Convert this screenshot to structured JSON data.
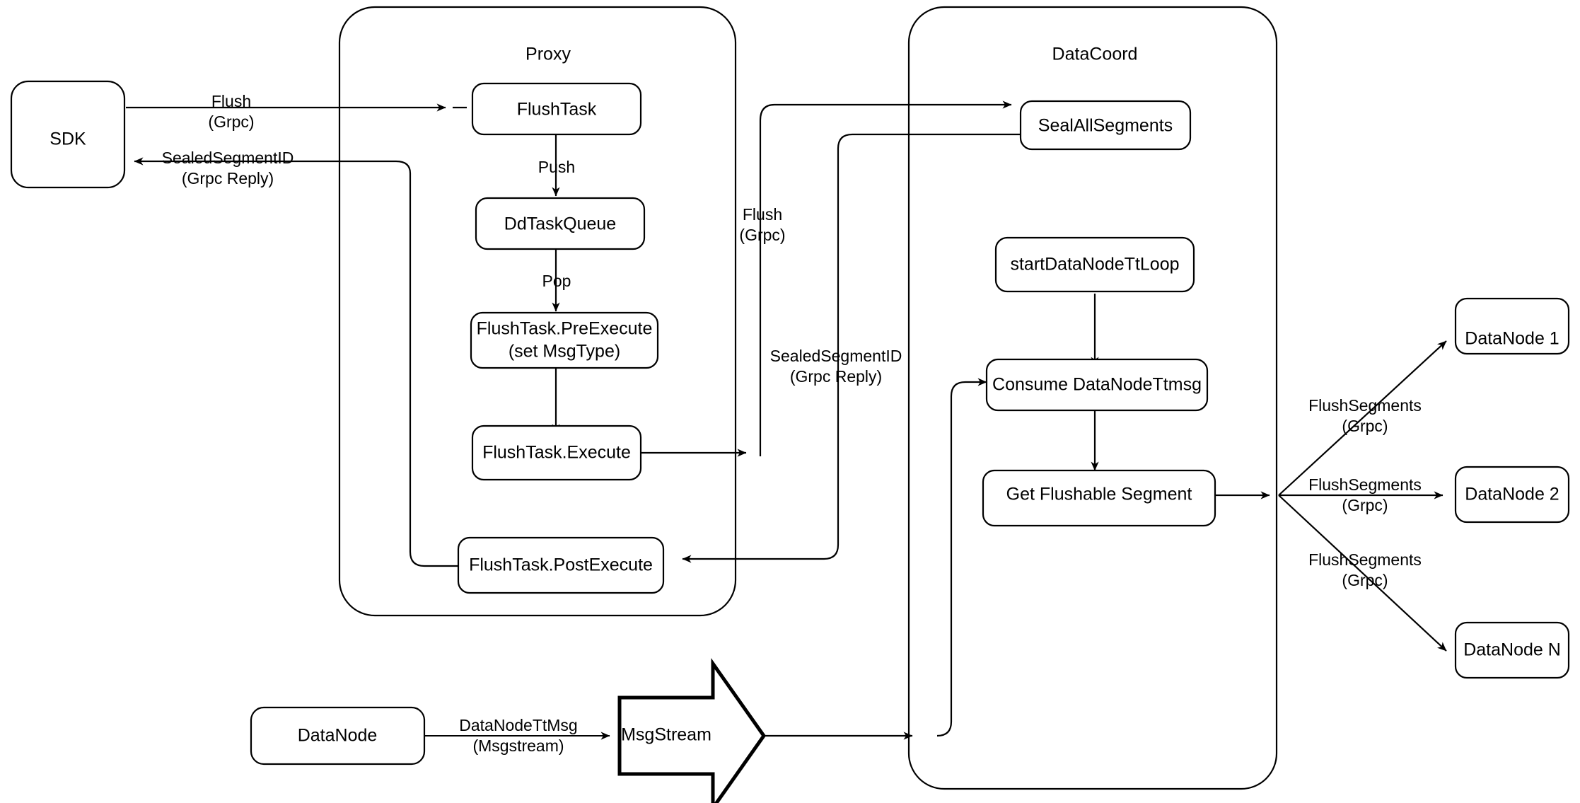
{
  "diagram": {
    "title": "Milvus Flush Sequence Flow",
    "background": "#ffffff",
    "stroke": "#000000",
    "containers": [
      {
        "id": "proxy",
        "label": "Proxy"
      },
      {
        "id": "datacoord",
        "label": "DataCoord"
      }
    ],
    "nodes": [
      {
        "id": "sdk",
        "label": "SDK"
      },
      {
        "id": "flushtask",
        "label": "FlushTask"
      },
      {
        "id": "ddtaskqueue",
        "label": "DdTaskQueue"
      },
      {
        "id": "preexecute_line1",
        "label": "FlushTask.PreExecute"
      },
      {
        "id": "preexecute_line2",
        "label": "(set MsgType)"
      },
      {
        "id": "execute",
        "label": "FlushTask.Execute"
      },
      {
        "id": "postexecute",
        "label": "FlushTask.PostExecute"
      },
      {
        "id": "sealallsegments",
        "label": "SealAllSegments"
      },
      {
        "id": "startdatanodettloop",
        "label": "startDataNodeTtLoop"
      },
      {
        "id": "consumedatanodettmsg",
        "label": "Consume DataNodeTtmsg"
      },
      {
        "id": "getflushablesegment",
        "label": "Get Flushable Segment"
      },
      {
        "id": "datanode1",
        "label": "DataNode 1"
      },
      {
        "id": "datanode2",
        "label": "DataNode 2"
      },
      {
        "id": "datanoden",
        "label": "DataNode N"
      },
      {
        "id": "datanode_bottom",
        "label": "DataNode"
      },
      {
        "id": "msgstream",
        "label": "MsgStream"
      }
    ],
    "edge_labels": [
      {
        "id": "sdk_to_proxy_l1",
        "label": "Flush"
      },
      {
        "id": "sdk_to_proxy_l2",
        "label": "(Grpc)"
      },
      {
        "id": "proxy_to_sdk_l1",
        "label": "SealedSegmentID"
      },
      {
        "id": "proxy_to_sdk_l2",
        "label": "(Grpc Reply)"
      },
      {
        "id": "push",
        "label": "Push"
      },
      {
        "id": "pop",
        "label": "Pop"
      },
      {
        "id": "proxy_to_dc_l1",
        "label": "Flush"
      },
      {
        "id": "proxy_to_dc_l2",
        "label": "(Grpc)"
      },
      {
        "id": "dc_to_proxy_l1",
        "label": "SealedSegmentID"
      },
      {
        "id": "dc_to_proxy_l2",
        "label": "(Grpc Reply)"
      },
      {
        "id": "flushseg1_l1",
        "label": "FlushSegments"
      },
      {
        "id": "flushseg1_l2",
        "label": "(Grpc)"
      },
      {
        "id": "flushseg2_l1",
        "label": "FlushSegments"
      },
      {
        "id": "flushseg2_l2",
        "label": "(Grpc)"
      },
      {
        "id": "flushsegn_l1",
        "label": "FlushSegments"
      },
      {
        "id": "flushsegn_l2",
        "label": "(Grpc)"
      },
      {
        "id": "ttmsg_l1",
        "label": "DataNodeTtMsg"
      },
      {
        "id": "ttmsg_l2",
        "label": "(Msgstream)"
      }
    ]
  }
}
